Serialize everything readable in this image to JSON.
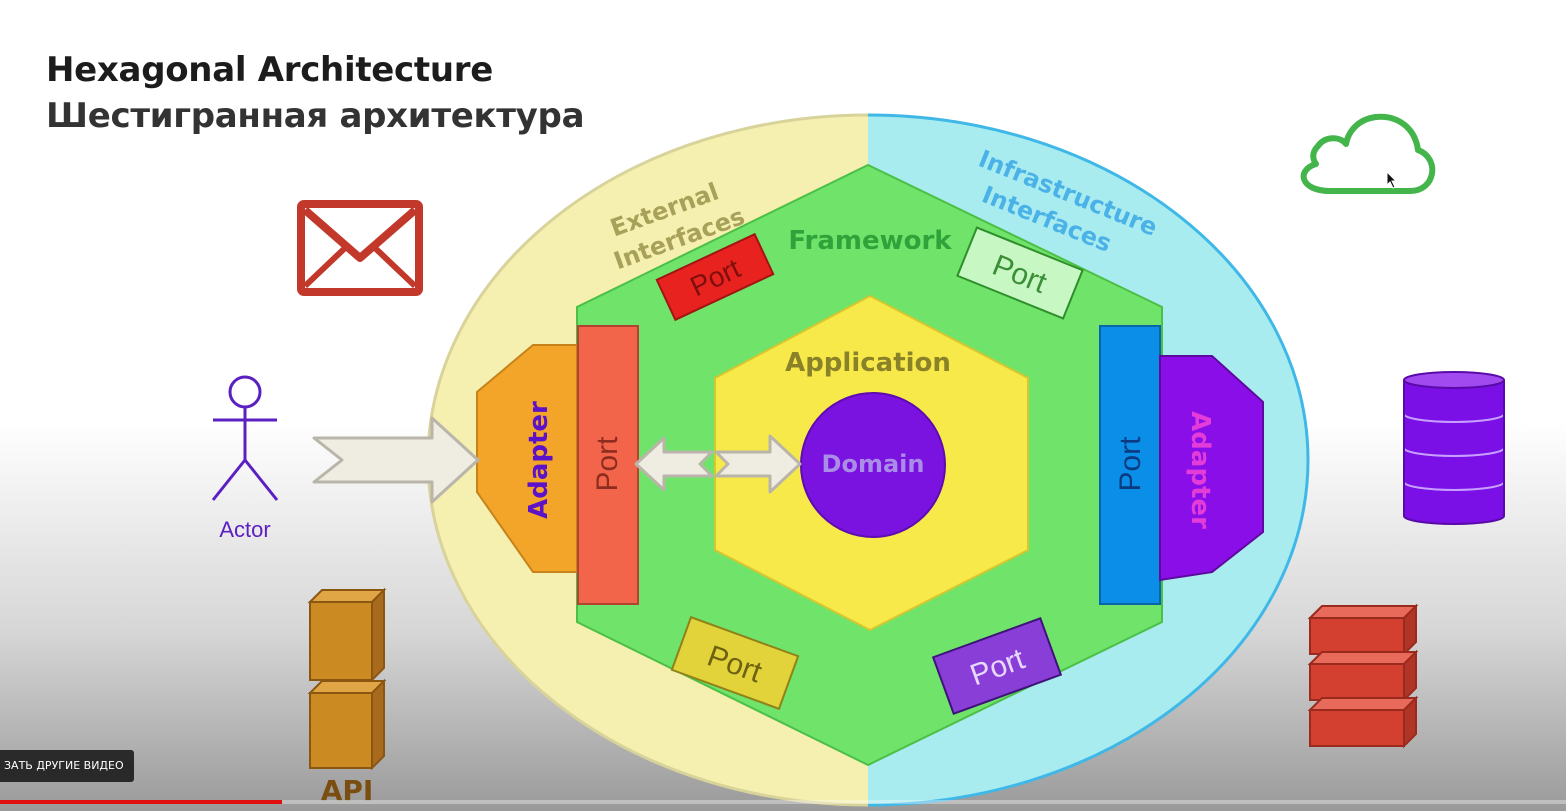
{
  "title": "Hexagonal Architecture",
  "subtitle": "Шестигранная архитектура",
  "labels": {
    "external_interfaces_1": "External",
    "external_interfaces_2": "Interfaces",
    "infrastructure_interfaces_1": "Infrastructure",
    "infrastructure_interfaces_2": "Interfaces",
    "framework": "Framework",
    "application": "Application",
    "domain": "Domain",
    "adapter_left": "Adapter",
    "adapter_right": "Adapter",
    "port_left": "Port",
    "port_right": "Port",
    "port_top_left": "Port",
    "port_top_right": "Port",
    "port_bottom_left": "Port",
    "port_bottom_right": "Port",
    "actor": "Actor",
    "api": "API"
  },
  "icons": {
    "mail": "envelope-icon",
    "actor": "stick-figure-icon",
    "api": "stacked-cubes-icon",
    "cloud": "cloud-icon",
    "database": "database-icon",
    "storage": "stacked-blocks-icon"
  },
  "colors": {
    "external_zone": "#f5f0b0",
    "infrastructure_zone": "#a8ecef",
    "framework": "#6fe36a",
    "application": "#f8e94a",
    "domain": "#7a12e0",
    "adapter_left": "#f3a52a",
    "adapter_right": "#8a0ee8",
    "port_left": "#f2654a",
    "port_right": "#0a8ee8",
    "mail": "#c2392b",
    "cloud": "#43b54a",
    "database": "#7a10e6",
    "storage": "#d44030",
    "api": "#cc8a22"
  },
  "overlay": {
    "more_videos": "ЗАТЬ ДРУГИЕ ВИДЕО",
    "progress": 0.18
  }
}
